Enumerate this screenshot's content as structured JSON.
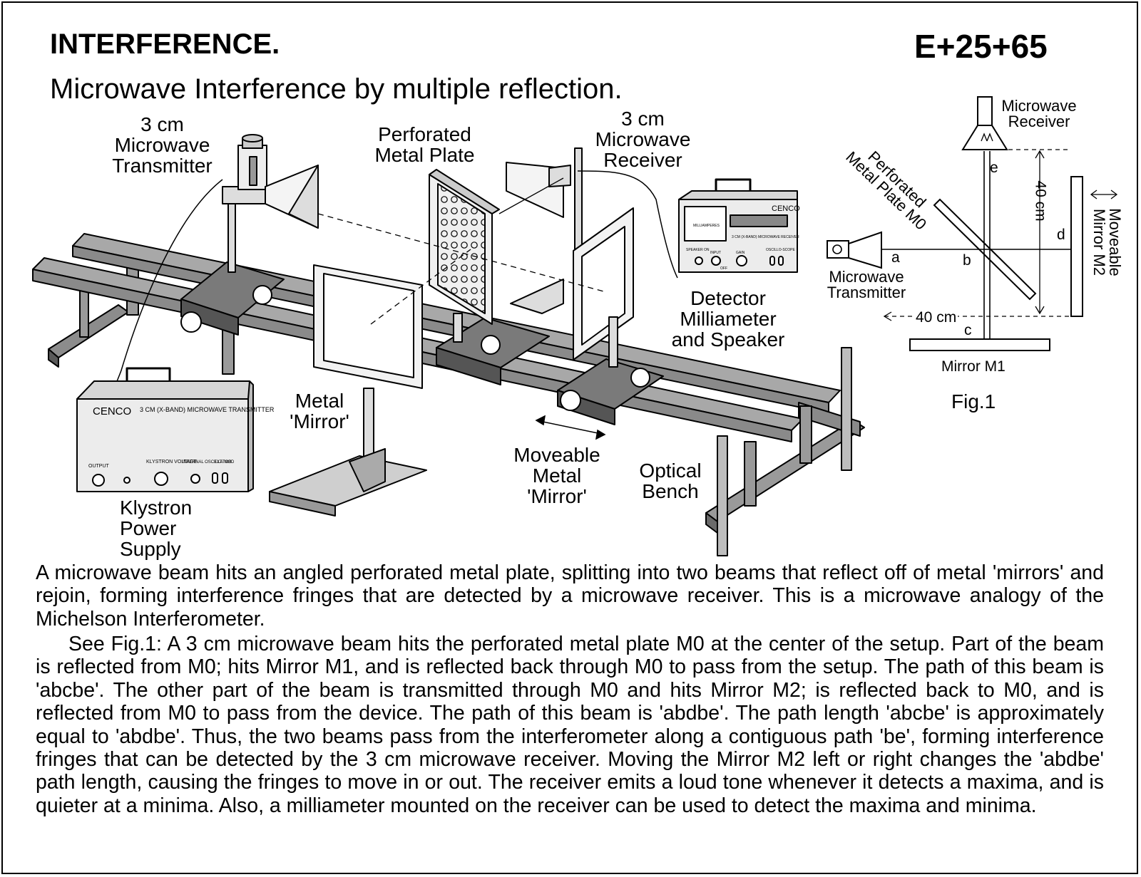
{
  "header": {
    "title": "INTERFERENCE.",
    "code": "E+25+65",
    "subtitle": "Microwave Interference by multiple reflection."
  },
  "apparatus_labels": {
    "transmitter": [
      "3 cm",
      "Microwave",
      "Transmitter"
    ],
    "plate": [
      "Perforated",
      "Metal Plate"
    ],
    "receiver": [
      "3 cm",
      "Microwave",
      "Receiver"
    ],
    "detector": [
      "Detector",
      "Milliameter",
      "and Speaker"
    ],
    "mirror": [
      "Metal",
      "'Mirror'"
    ],
    "moveable_mirror": [
      "Moveable",
      "Metal",
      "'Mirror'"
    ],
    "bench": [
      "Optical",
      "Bench"
    ],
    "klystron": [
      "Klystron",
      "Power",
      "Supply"
    ]
  },
  "klystron_panel": {
    "brand": "CENCO",
    "name": "3 CM (X-BAND) MICROWAVE TRANSMITTER",
    "output": "OUTPUT",
    "klystron_voltage": "KLYSTRON VOLTAGE",
    "internal_oscillator": "INTERNAL OSCILLATOR",
    "ext_mod": "EXT. MOD"
  },
  "detector_panel": {
    "brand": "CENCO",
    "name": "3 CM (X-BAND) MICROWAVE RECEIVER",
    "meter": "MILLIAMPERES",
    "speaker": "SPEAKER ON",
    "input": "INPUT",
    "gain": "GAIN",
    "scope": "OSCILLO-SCOPE",
    "off": "OFF"
  },
  "fig1": {
    "receiver": [
      "Microwave",
      "Receiver"
    ],
    "plate": [
      "Perforated",
      "Metal Plate M0"
    ],
    "transmitter": [
      "Microwave",
      "Transmitter"
    ],
    "mirror_m1": "Mirror M1",
    "mirror_m2": [
      "Moveable",
      "Mirror M2"
    ],
    "dist_vertical": "40 cm",
    "dist_horizontal": "40 cm",
    "pt_a": "a",
    "pt_b": "b",
    "pt_c": "c",
    "pt_d": "d",
    "pt_e": "e",
    "caption": "Fig.1"
  },
  "body": {
    "p1": "A microwave beam hits an angled perforated metal plate, splitting into two beams that reflect off of metal 'mirrors' and rejoin, forming interference fringes that are detected by a microwave receiver. This is a microwave analogy of the Michelson Interferometer.",
    "p2": "See Fig.1: A 3 cm microwave beam hits the perforated metal plate M0 at the center of the setup. Part of the beam is reflected from M0; hits Mirror M1, and is reflected back through M0 to pass from the setup. The path of this beam is 'abcbe'. The other part of the beam is transmitted through M0 and hits Mirror M2; is reflected back to M0, and is reflected from M0 to pass from the device. The path of this beam is 'abdbe'. The path length 'abcbe' is approximately equal to 'abdbe'. Thus, the two beams pass from the interferometer along a contiguous path 'be', forming interference fringes that can be detected by the 3 cm microwave receiver. Moving the Mirror M2 left or right changes the 'abdbe' path length, causing the fringes to move in or out. The receiver emits a loud tone whenever it detects a maxima, and is quieter at a minima. Also, a milliameter mounted on the receiver can be used to detect the maxima and minima."
  },
  "colors": {
    "ink": "#000000",
    "bench_grey": "#9a9a9a",
    "block_grey": "#6e6e6e",
    "panel_grey": "#e6e6e6",
    "paper": "#ffffff"
  }
}
